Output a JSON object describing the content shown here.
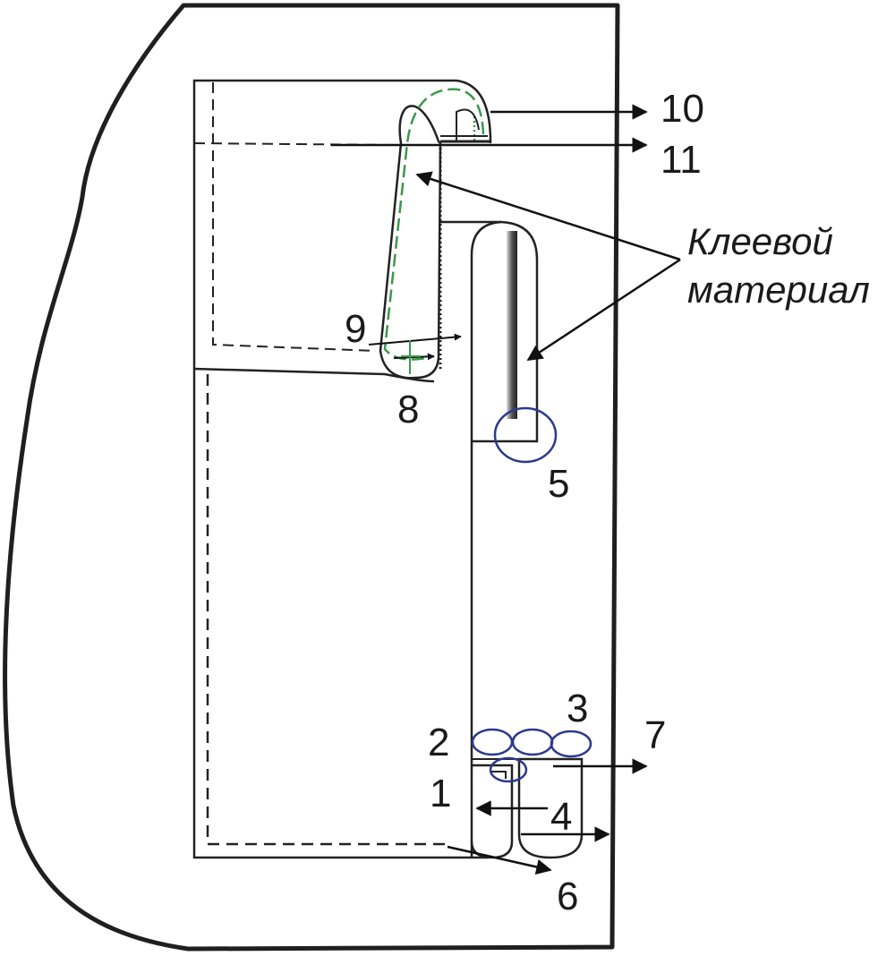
{
  "labels": {
    "n1": "1",
    "n2": "2",
    "n3": "3",
    "n4": "4",
    "n5": "5",
    "n6": "6",
    "n7": "7",
    "n8": "8",
    "n9": "9",
    "n10": "10",
    "n11": "11",
    "adhesive_line1": "Клеевой",
    "adhesive_line2": "материал"
  },
  "colors": {
    "outline": "#222222",
    "markers": "#2b3a8c",
    "adhesive_stitch": "#3a9a4a"
  }
}
